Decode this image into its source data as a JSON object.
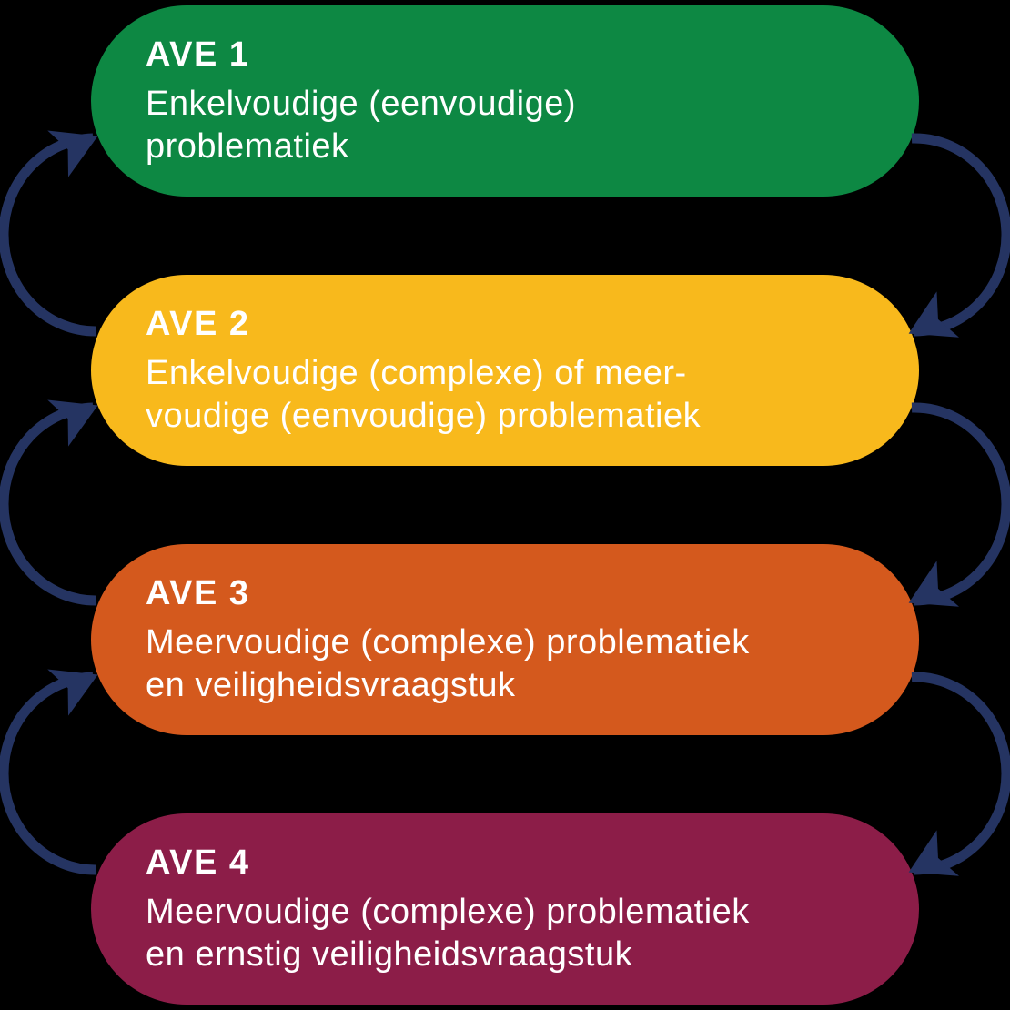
{
  "diagram": {
    "title": "AVE niveaus diagram",
    "background_color": "#000000",
    "text_color": "#ffffff",
    "arrow_color": "#253462",
    "levels": [
      {
        "id": "ave-1",
        "title": "AVE 1",
        "lines": [
          "Enkelvoudige (eenvoudige)",
          "problematiek"
        ],
        "color": "#0d8843"
      },
      {
        "id": "ave-2",
        "title": "AVE 2",
        "lines": [
          "Enkelvoudige (complexe) of meer-",
          "voudige (eenvoudige) problematiek"
        ],
        "color": "#f8b91c"
      },
      {
        "id": "ave-3",
        "title": "AVE 3",
        "lines": [
          "Meervoudige (complexe) problematiek",
          "en veiligheidsvraagstuk"
        ],
        "color": "#d4591d"
      },
      {
        "id": "ave-4",
        "title": "AVE 4",
        "lines": [
          "Meervoudige (complexe) problematiek",
          "en ernstig veiligheidsvraagstuk"
        ],
        "color": "#8c1d48"
      }
    ],
    "connectors": [
      {
        "side": "left",
        "from": "ave-2",
        "to": "ave-1",
        "direction": "up"
      },
      {
        "side": "right",
        "from": "ave-1",
        "to": "ave-2",
        "direction": "down"
      },
      {
        "side": "left",
        "from": "ave-3",
        "to": "ave-2",
        "direction": "up"
      },
      {
        "side": "right",
        "from": "ave-2",
        "to": "ave-3",
        "direction": "down"
      },
      {
        "side": "left",
        "from": "ave-4",
        "to": "ave-3",
        "direction": "up"
      },
      {
        "side": "right",
        "from": "ave-3",
        "to": "ave-4",
        "direction": "down"
      }
    ]
  }
}
